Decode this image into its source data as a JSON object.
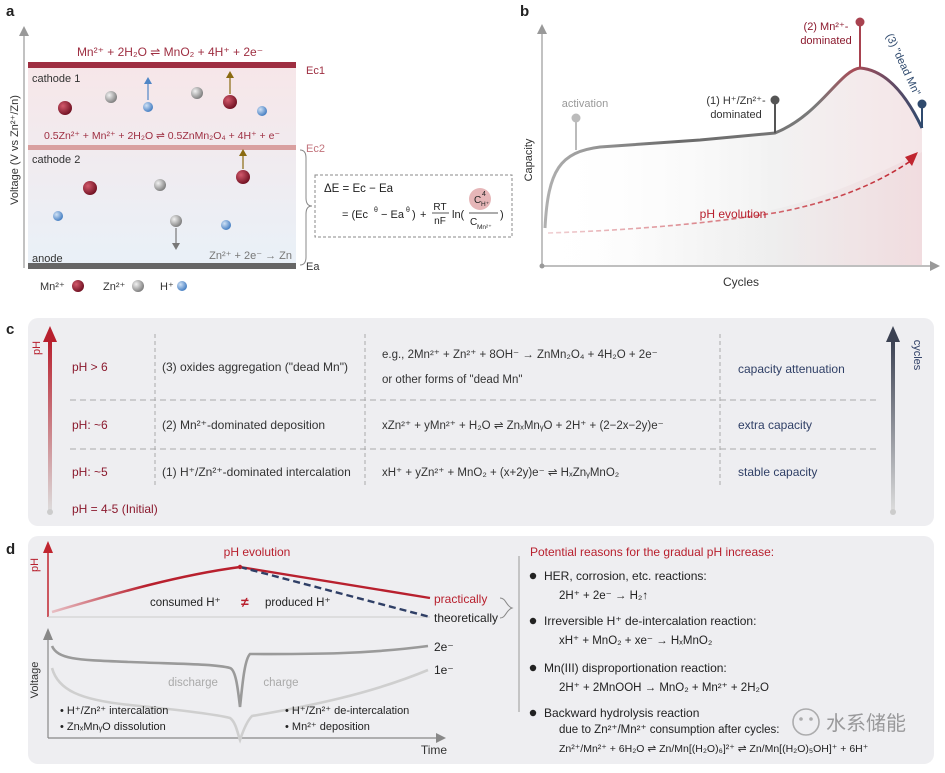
{
  "panel_labels": {
    "a": "a",
    "b": "b",
    "c": "c",
    "d": "d"
  },
  "panel_a": {
    "y_axis_label": "Voltage (V vs Zn²⁺/Zn)",
    "top_reaction": "Mn²⁺ + 2H₂O ⇌ MnO₂ + 4H⁺ + 2e⁻",
    "cathode1_label": "cathode 1",
    "ec1_label": "Ec1",
    "mid_reaction": "0.5Zn²⁺ + Mn²⁺ + 2H₂O ⇌ 0.5ZnMn₂O₄ + 4H⁺ + e⁻",
    "ec2_label": "Ec2",
    "cathode2_label": "cathode 2",
    "anode_reaction": "Zn²⁺ + 2e⁻ → Zn",
    "anode_label": "anode",
    "ea_label": "Ea",
    "legend": {
      "mn": "Mn²⁺",
      "zn": "Zn²⁺",
      "h": "H⁺"
    },
    "colors": {
      "mn": "#8b1a2e",
      "zn": "#9a9a9a",
      "h": "#4f86c6",
      "cathode_bar": "#9e2e41",
      "ec2_bar": "#d9a0a0",
      "anode_bar": "#666666"
    },
    "equation": {
      "line1": "ΔE = Ec − Ea",
      "line2_prefix": "= (Ec",
      "line2_mid": "− Ea",
      "line2_suffix": ")",
      "theta": "θ",
      "plus": "+",
      "frac_num": "RT",
      "frac_den": "nF",
      "ln": "ln(",
      "num": "C",
      "num_exp": "4",
      "num_sub": "H⁺",
      "den": "C",
      "den_sub": "Mn²⁺",
      "close": ")"
    }
  },
  "panel_b": {
    "y_axis_label": "Capacity",
    "x_axis_label": "Cycles",
    "activation": "activation",
    "stage1_line1": "(1) H⁺/Zn²⁺-",
    "stage1_line2": "dominated",
    "stage2_line1": "(2) Mn²⁺-",
    "stage2_line2": "dominated",
    "stage3": "(3) \"dead Mn\"",
    "ph_evolution": "pH evolution"
  },
  "panel_c": {
    "ph_axis": "pH",
    "cycles_axis": "cycles",
    "bottom_label": "pH = 4-5 (Initial)",
    "rows": [
      {
        "ph": "pH > 6",
        "stage": "(3) oxides aggregation (\"dead Mn\")",
        "reaction": "e.g., 2Mn²⁺ + Zn²⁺ + 8OH⁻ → ZnMn₂O₄ + 4H₂O + 2e⁻",
        "reaction2": "or other forms of \"dead Mn\"",
        "effect": "capacity attenuation"
      },
      {
        "ph": "pH: ~6",
        "stage": "(2) Mn²⁺-dominated deposition",
        "reaction": "xZn²⁺ + yMn²⁺ + H₂O ⇌ ZnₓMnᵧO + 2H⁺ + (2−2x−2y)e⁻",
        "reaction2": "",
        "effect": "extra capacity"
      },
      {
        "ph": "pH: ~5",
        "stage": "(1) H⁺/Zn²⁺-dominated intercalation",
        "reaction": "xH⁺ + yZn²⁺ + MnO₂ + (x+2y)e⁻ ⇌ HₓZnᵧMnO₂",
        "reaction2": "",
        "effect": "stable capacity"
      }
    ]
  },
  "panel_d": {
    "ph_axis": "pH",
    "voltage_axis": "Voltage",
    "time_axis": "Time",
    "ph_evolution": "pH evolution",
    "consumed": "consumed H⁺",
    "not_equal": "≠",
    "produced": "produced H⁺",
    "practically": "practically",
    "theoretically": "theoretically",
    "curve_2e": "2e⁻",
    "curve_1e": "1e⁻",
    "discharge": "discharge",
    "charge": "charge",
    "discharge_notes": [
      "H⁺/Zn²⁺ intercalation",
      "ZnₓMnᵧO dissolution"
    ],
    "charge_notes": [
      "H⁺/Zn²⁺ de-intercalation",
      "Mn²⁺ deposition"
    ],
    "reasons_title": "Potential reasons for the gradual pH increase:",
    "reasons": [
      {
        "title": "HER, corrosion, etc. reactions:",
        "eq": "2H⁺ + 2e⁻ → H₂↑"
      },
      {
        "title": "Irreversible H⁺ de-intercalation reaction:",
        "eq": "xH⁺ + MnO₂ + xe⁻ → HₓMnO₂"
      },
      {
        "title": "Mn(III) disproportionation reaction:",
        "eq": "2H⁺ + 2MnOOH → MnO₂ + Mn²⁺ + 2H₂O"
      },
      {
        "title": "Backward hydrolysis reaction",
        "title2": "due to Zn²⁺/Mn²⁺ consumption after cycles:",
        "eq": "Zn²⁺/Mn²⁺ + 6H₂O ⇌ Zn/Mn[(H₂O)₆]²⁺ ⇌ Zn/Mn[(H₂O)₅OH]⁺ + 6H⁺"
      }
    ],
    "watermark": "水系储能"
  }
}
